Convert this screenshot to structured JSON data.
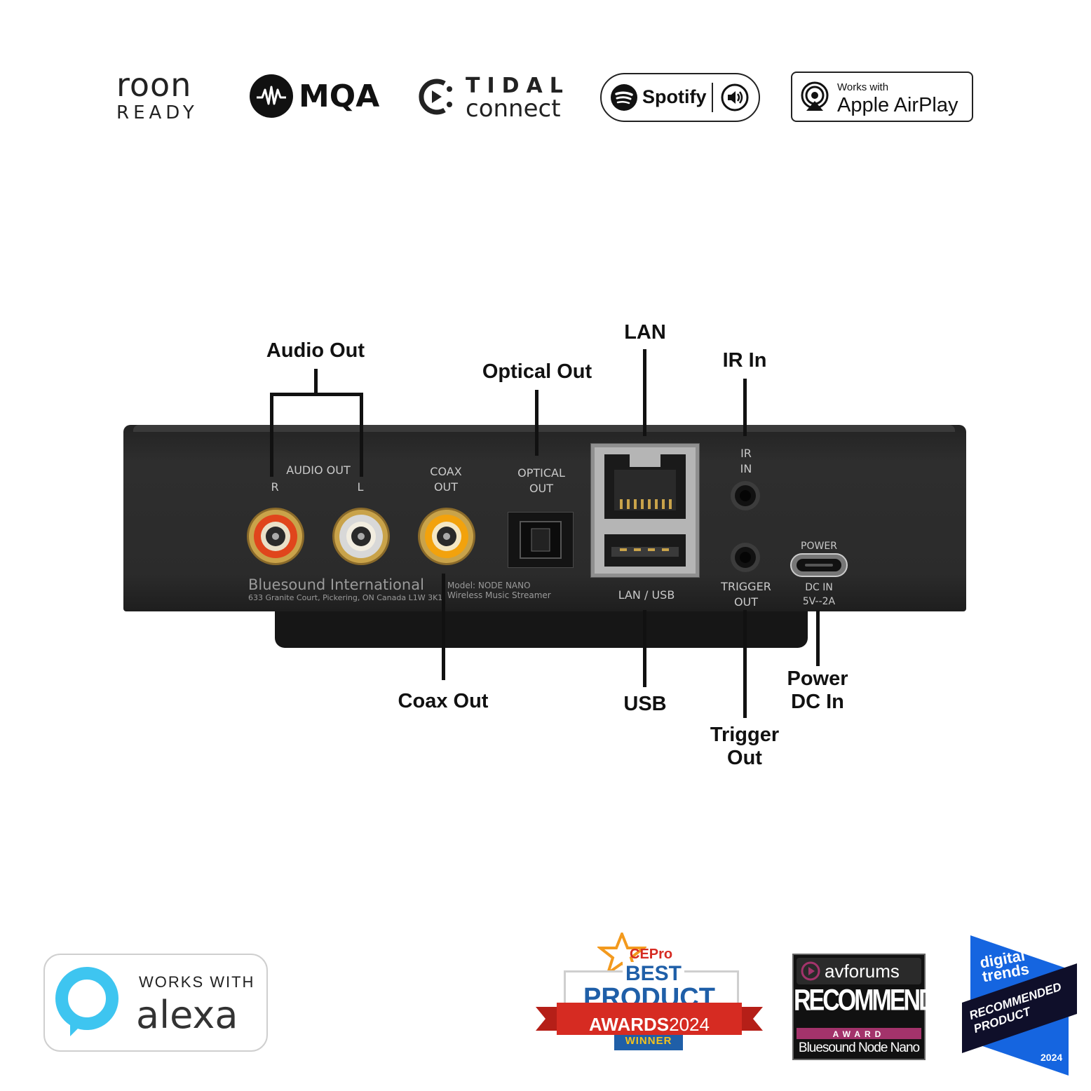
{
  "logos": {
    "roon": {
      "line1": "roon",
      "line2": "READY"
    },
    "mqa": {
      "text": "MQA"
    },
    "tidal": {
      "line1": "TIDAL",
      "line2": "connect"
    },
    "spotify": {
      "text": "Spotify"
    },
    "airplay": {
      "small": "Works with",
      "big": "Apple AirPlay"
    }
  },
  "callouts": {
    "audio_out": "Audio Out",
    "optical_out": "Optical Out",
    "lan": "LAN",
    "ir_in": "IR In",
    "coax_out": "Coax Out",
    "usb": "USB",
    "trigger_out_1": "Trigger",
    "trigger_out_2": "Out",
    "power_1": "Power",
    "power_2": "DC In"
  },
  "device": {
    "audio_out": "AUDIO OUT",
    "r": "R",
    "l": "L",
    "coax_1": "COAX",
    "coax_2": "OUT",
    "optical_1": "OPTICAL",
    "optical_2": "OUT",
    "lan_usb": "LAN / USB",
    "ir_1": "IR",
    "ir_2": "IN",
    "trigger_1": "TRIGGER",
    "trigger_2": "OUT",
    "power": "POWER",
    "dc_1": "DC IN",
    "dc_2": "5V--2A",
    "brand": "Bluesound International",
    "address": "633 Granite Court, Pickering, ON Canada L1W 3K1",
    "model": "Model: NODE NANO",
    "model_desc": "Wireless Music Streamer"
  },
  "badges": {
    "alexa": {
      "works_with": "WORKS WITH",
      "name": "alexa"
    },
    "cepro": {
      "brand": "CEPro",
      "best": "BEST",
      "product": "PRODUCT",
      "awards": "AWARDS",
      "year": "2024",
      "winner": "WINNER"
    },
    "avforums": {
      "brand": "avforums",
      "recommended": "RECOMMENDED",
      "award": "AWARD",
      "product": "Bluesound Node Nano"
    },
    "digitaltrends": {
      "line1": "digital",
      "line2": "trends",
      "r1": "RECOMMENDED",
      "r2": "PRODUCT",
      "year": "2024"
    }
  },
  "colors": {
    "device_body": "#2a2a2a",
    "rca_red": "#e0451c",
    "rca_white": "#d8d8d8",
    "rca_orange": "#f2a20d",
    "gold": "#c9a34a",
    "alexa_blue": "#3ec5f0",
    "cepro_red": "#d62b22",
    "cepro_blue": "#1f5fa8",
    "cepro_orange": "#f39a1e",
    "avforums_pink": "#a3336b",
    "dt_blue": "#1565e0"
  }
}
